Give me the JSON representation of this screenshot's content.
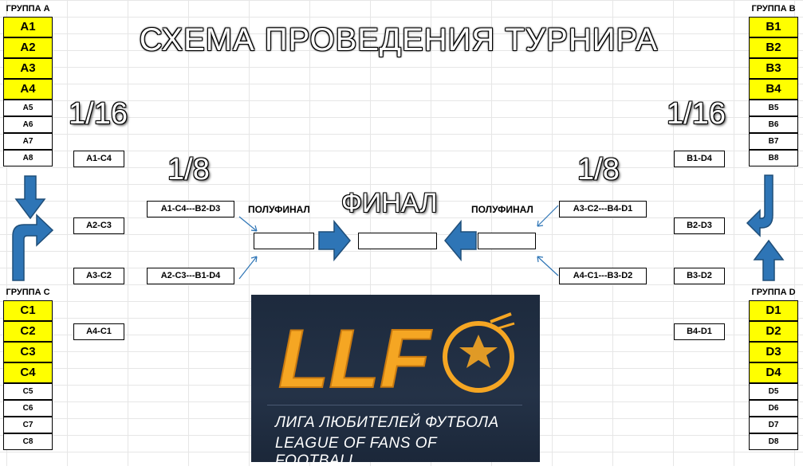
{
  "title": "СХЕМА ПРОВЕДЕНИЯ ТУРНИРА",
  "rounds": {
    "left_16": "1/16",
    "right_16": "1/16",
    "left_8": "1/8",
    "right_8": "1/8"
  },
  "semifinal_left": "ПОЛУФИНАЛ",
  "semifinal_right": "ПОЛУФИНАЛ",
  "final": "ФИНАЛ",
  "groups": {
    "a": {
      "title": "ГРУППА А",
      "teams": [
        "A1",
        "A2",
        "A3",
        "A4",
        "A5",
        "A6",
        "A7",
        "A8"
      ]
    },
    "b": {
      "title": "ГРУППА В",
      "teams": [
        "B1",
        "B2",
        "B3",
        "B4",
        "B5",
        "B6",
        "B7",
        "B8"
      ]
    },
    "c": {
      "title": "ГРУППА С",
      "teams": [
        "C1",
        "C2",
        "C3",
        "C4",
        "C5",
        "C6",
        "C7",
        "C8"
      ]
    },
    "d": {
      "title": "ГРУППА D",
      "teams": [
        "D1",
        "D2",
        "D3",
        "D4",
        "D5",
        "D6",
        "D7",
        "D8"
      ]
    }
  },
  "matches_16_left": [
    "A1-C4",
    "A2-C3",
    "A3-C2",
    "A4-C1"
  ],
  "matches_16_right": [
    "B1-D4",
    "B2-D3",
    "B3-D2",
    "B4-D1"
  ],
  "matches_8_left": [
    "A1-C4---B2-D3",
    "A2-C3---B1-D4"
  ],
  "matches_8_right": [
    "A3-C2---B4-D1",
    "A4-C1---B3-D2"
  ],
  "logo": {
    "mark": "LLF",
    "line1": "ЛИГА ЛЮБИТЕЛЕЙ ФУТБОЛА",
    "line2": "LEAGUE OF FANS OF FOOTBALL"
  },
  "colors": {
    "highlight": "#ffff00",
    "arrow": "#2e75b6",
    "logo_bg": "#1f2b3e",
    "logo_orange": "#f5a623"
  }
}
